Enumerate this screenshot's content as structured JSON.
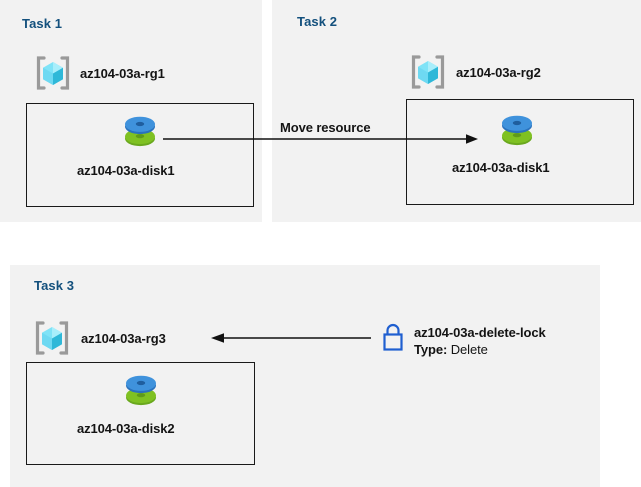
{
  "diagram": {
    "title_color": "#13507d",
    "panel_bg": "#f2f2f2",
    "page_bg": "#ffffff",
    "box_border_color": "#1a1a1a",
    "disk_top_color": "#3a8cd8",
    "disk_bottom_color": "#7ab929",
    "rg_cube_color": "#6fe2f5",
    "rg_bracket_color": "#9a9a9a",
    "lock_color": "#1f5fd0"
  },
  "panels": [
    {
      "id": "task1",
      "title": "Task 1",
      "resource_group": "az104-03a-rg1",
      "resource": "az104-03a-disk1"
    },
    {
      "id": "task2",
      "title": "Task 2",
      "resource_group": "az104-03a-rg2",
      "resource": "az104-03a-disk1"
    },
    {
      "id": "task3",
      "title": "Task 3",
      "resource_group": "az104-03a-rg3",
      "resource": "az104-03a-disk2"
    }
  ],
  "edges": {
    "move_resource_label": "Move resource",
    "lock": {
      "name": "az104-03a-delete-lock",
      "type_label": "Type:",
      "type_value": "Delete"
    }
  },
  "icons": {
    "resource_group": "resource-group-icon",
    "disk": "managed-disk-icon",
    "lock": "lock-icon"
  }
}
